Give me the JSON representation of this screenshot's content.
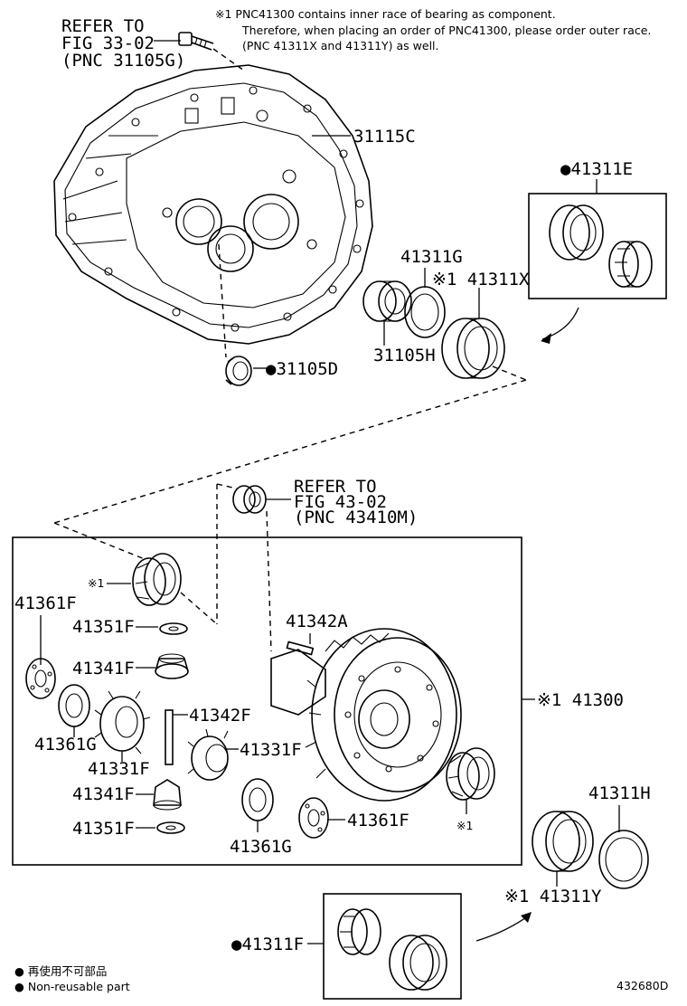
{
  "notes": {
    "line1": "※1 PNC41300 contains inner race of bearing as component.",
    "line2": "Therefore, when placing an order of PNC41300, please order outer race.",
    "line3": "(PNC 41311X and 41311Y) as well."
  },
  "refer_fig33": {
    "line1": "REFER TO",
    "line2": "FIG 33-02",
    "line3": "(PNC 31105G)"
  },
  "refer_fig43": {
    "line1": "REFER TO",
    "line2": "FIG 43-02",
    "line3": "(PNC 43410M)"
  },
  "labels": {
    "p31115C": "31115C",
    "p41311E": "●41311E",
    "p41311G": "41311G",
    "p41311X": "※1 41311X",
    "p31105H": "31105H",
    "p31105D": "●31105D",
    "p41361F_top": "41361F",
    "p41351F_top": "41351F",
    "p41342A": "41342A",
    "p41341F_top": "41341F",
    "p41342F": "41342F",
    "p41361G_left": "41361G",
    "p41331F_right": "41331F",
    "p41331F_left": "41331F",
    "p41341F_bot": "41341F",
    "p41351F_bot": "41351F",
    "p41361G_bot": "41361G",
    "p41361F_bot": "41361F",
    "p41300": "※1 41300",
    "p41311H": "41311H",
    "p41311Y": "※1 41311Y",
    "p41311F": "●41311F",
    "mark1_top": "※1",
    "mark1_right": "※1"
  },
  "legend": {
    "line1": "● 再使用不可部品",
    "line2": "● Non-reusable part"
  },
  "diagram_id": "432680D"
}
